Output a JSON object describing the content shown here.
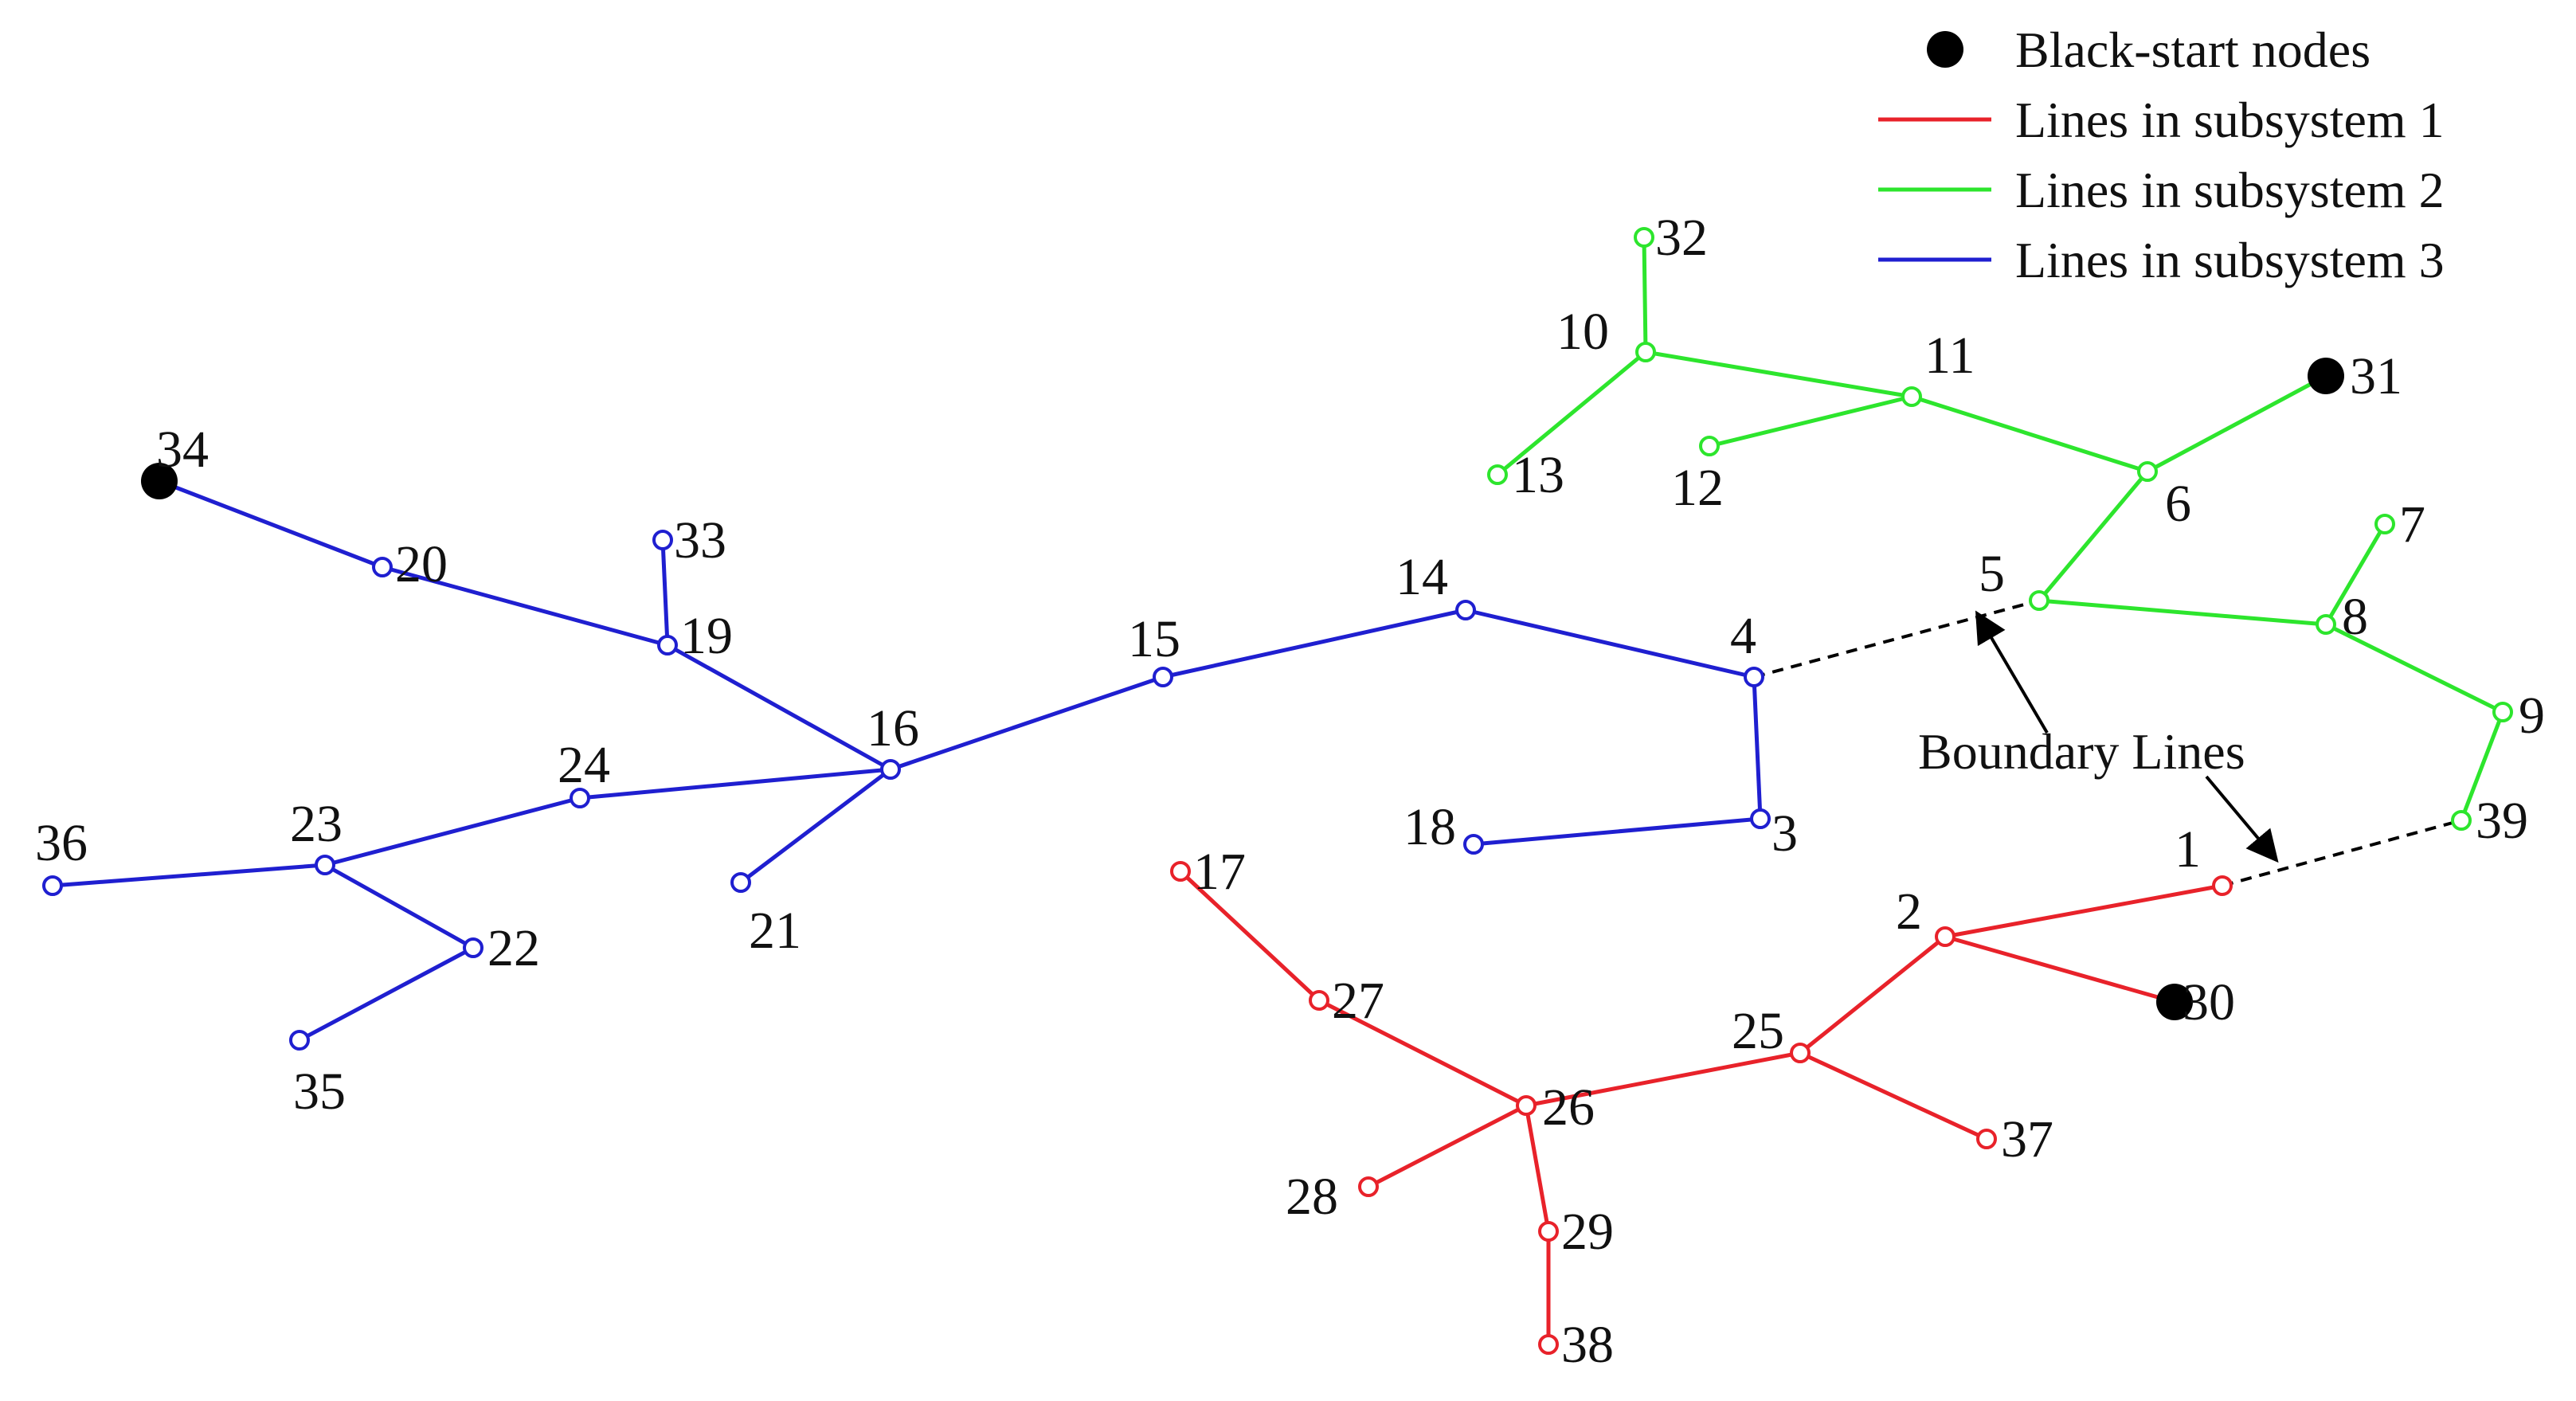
{
  "colors": {
    "subsystem_1": "#e8222a",
    "subsystem_2": "#2de52d",
    "subsystem_3": "#1f1fd0",
    "boundary": "#000000",
    "black_start": "#000000"
  },
  "legend": {
    "black_start": "Black-start nodes",
    "subsystem_1": "Lines in subsystem 1",
    "subsystem_2": "Lines in subsystem 2",
    "subsystem_3": "Lines in subsystem 3"
  },
  "annotation": "Boundary Lines",
  "black_start_nodes": [
    "30",
    "31",
    "34"
  ],
  "nodes": [
    {
      "id": "1",
      "subsystem": 1
    },
    {
      "id": "2",
      "subsystem": 1
    },
    {
      "id": "3",
      "subsystem": 3
    },
    {
      "id": "4",
      "subsystem": 3
    },
    {
      "id": "5",
      "subsystem": 2
    },
    {
      "id": "6",
      "subsystem": 2
    },
    {
      "id": "7",
      "subsystem": 2
    },
    {
      "id": "8",
      "subsystem": 2
    },
    {
      "id": "9",
      "subsystem": 2
    },
    {
      "id": "10",
      "subsystem": 2
    },
    {
      "id": "11",
      "subsystem": 2
    },
    {
      "id": "12",
      "subsystem": 2
    },
    {
      "id": "13",
      "subsystem": 2
    },
    {
      "id": "14",
      "subsystem": 3
    },
    {
      "id": "15",
      "subsystem": 3
    },
    {
      "id": "16",
      "subsystem": 3
    },
    {
      "id": "17",
      "subsystem": 1
    },
    {
      "id": "18",
      "subsystem": 3
    },
    {
      "id": "19",
      "subsystem": 3
    },
    {
      "id": "20",
      "subsystem": 3
    },
    {
      "id": "21",
      "subsystem": 3
    },
    {
      "id": "22",
      "subsystem": 3
    },
    {
      "id": "23",
      "subsystem": 3
    },
    {
      "id": "24",
      "subsystem": 3
    },
    {
      "id": "25",
      "subsystem": 1
    },
    {
      "id": "26",
      "subsystem": 1
    },
    {
      "id": "27",
      "subsystem": 1
    },
    {
      "id": "28",
      "subsystem": 1
    },
    {
      "id": "29",
      "subsystem": 1
    },
    {
      "id": "30",
      "subsystem": 1
    },
    {
      "id": "31",
      "subsystem": 2
    },
    {
      "id": "32",
      "subsystem": 2
    },
    {
      "id": "33",
      "subsystem": 3
    },
    {
      "id": "34",
      "subsystem": 3
    },
    {
      "id": "35",
      "subsystem": 3
    },
    {
      "id": "36",
      "subsystem": 3
    },
    {
      "id": "37",
      "subsystem": 1
    },
    {
      "id": "38",
      "subsystem": 1
    },
    {
      "id": "39",
      "subsystem": 2
    }
  ],
  "lines": [
    {
      "from": "1",
      "to": "2",
      "subsystem": 1
    },
    {
      "from": "2",
      "to": "30",
      "subsystem": 1
    },
    {
      "from": "2",
      "to": "25",
      "subsystem": 1
    },
    {
      "from": "25",
      "to": "37",
      "subsystem": 1
    },
    {
      "from": "25",
      "to": "26",
      "subsystem": 1
    },
    {
      "from": "26",
      "to": "27",
      "subsystem": 1
    },
    {
      "from": "27",
      "to": "17",
      "subsystem": 1
    },
    {
      "from": "26",
      "to": "28",
      "subsystem": 1
    },
    {
      "from": "26",
      "to": "29",
      "subsystem": 1
    },
    {
      "from": "29",
      "to": "38",
      "subsystem": 1
    },
    {
      "from": "32",
      "to": "10",
      "subsystem": 2
    },
    {
      "from": "10",
      "to": "13",
      "subsystem": 2
    },
    {
      "from": "10",
      "to": "11",
      "subsystem": 2
    },
    {
      "from": "11",
      "to": "12",
      "subsystem": 2
    },
    {
      "from": "11",
      "to": "6",
      "subsystem": 2
    },
    {
      "from": "6",
      "to": "31",
      "subsystem": 2
    },
    {
      "from": "6",
      "to": "5",
      "subsystem": 2
    },
    {
      "from": "5",
      "to": "8",
      "subsystem": 2
    },
    {
      "from": "8",
      "to": "7",
      "subsystem": 2
    },
    {
      "from": "8",
      "to": "9",
      "subsystem": 2
    },
    {
      "from": "9",
      "to": "39",
      "subsystem": 2
    },
    {
      "from": "34",
      "to": "20",
      "subsystem": 3
    },
    {
      "from": "20",
      "to": "19",
      "subsystem": 3
    },
    {
      "from": "19",
      "to": "33",
      "subsystem": 3
    },
    {
      "from": "19",
      "to": "16",
      "subsystem": 3
    },
    {
      "from": "16",
      "to": "15",
      "subsystem": 3
    },
    {
      "from": "15",
      "to": "14",
      "subsystem": 3
    },
    {
      "from": "14",
      "to": "4",
      "subsystem": 3
    },
    {
      "from": "4",
      "to": "3",
      "subsystem": 3
    },
    {
      "from": "3",
      "to": "18",
      "subsystem": 3
    },
    {
      "from": "16",
      "to": "21",
      "subsystem": 3
    },
    {
      "from": "16",
      "to": "24",
      "subsystem": 3
    },
    {
      "from": "24",
      "to": "23",
      "subsystem": 3
    },
    {
      "from": "23",
      "to": "36",
      "subsystem": 3
    },
    {
      "from": "23",
      "to": "22",
      "subsystem": 3
    },
    {
      "from": "22",
      "to": "35",
      "subsystem": 3
    }
  ],
  "boundary_lines": [
    {
      "from": "4",
      "to": "5"
    },
    {
      "from": "1",
      "to": "39"
    }
  ]
}
